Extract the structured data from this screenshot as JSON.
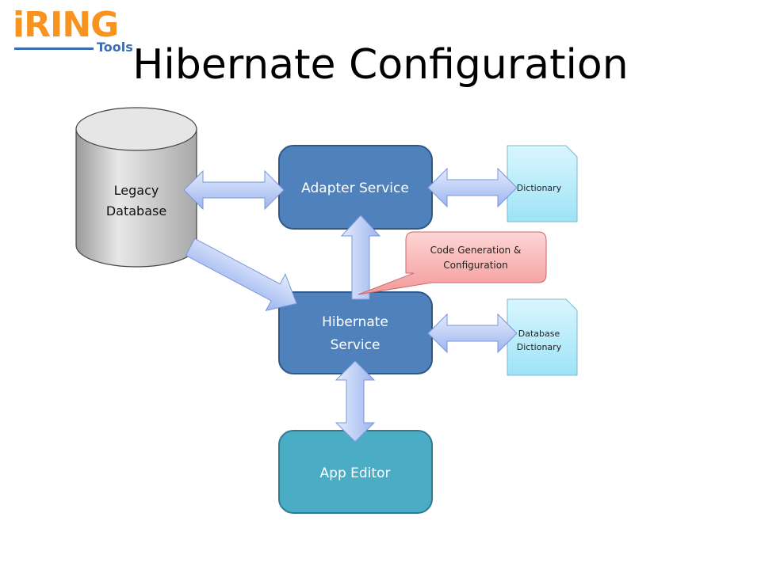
{
  "logo": {
    "main": "iRING",
    "sub": "Tools"
  },
  "title": "Hibernate Configuration",
  "nodes": {
    "legacy_database": {
      "line1": "Legacy",
      "line2": "Database"
    },
    "adapter_service": "Adapter Service",
    "hibernate_service": {
      "line1": "Hibernate",
      "line2": "Service"
    },
    "app_editor": "App Editor",
    "dictionary": "Dictionary",
    "database_dictionary": {
      "line1": "Database",
      "line2": "Dictionary"
    }
  },
  "callout": {
    "line1": "Code Generation &",
    "line2": "Configuration"
  },
  "colors": {
    "service": "#4f81bd",
    "editor": "#4bacc6",
    "document": "#b7ecfa",
    "callout": "#f9a3a3",
    "arrow": "#b4c8f4"
  }
}
